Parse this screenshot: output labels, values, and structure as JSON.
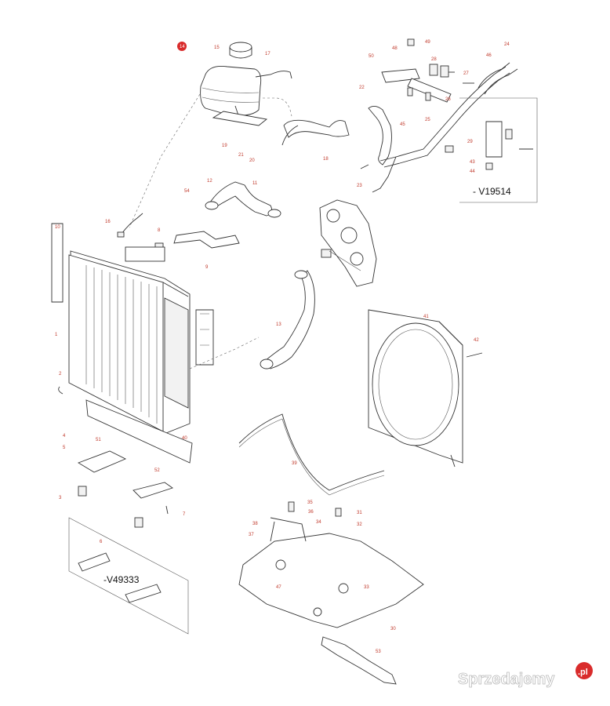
{
  "colors": {
    "accent": "#c0392b",
    "highlight": "#f3e27a",
    "badge": "#d92b2b",
    "line": "#333333"
  },
  "highlighted_part": "14",
  "callouts": [
    "14",
    "15",
    "17",
    "18",
    "19",
    "20",
    "21",
    "22",
    "23",
    "24",
    "25",
    "26",
    "27",
    "28",
    "29",
    "43",
    "44",
    "45",
    "46",
    "48",
    "49",
    "50",
    "11",
    "12",
    "54",
    "16",
    "8",
    "9",
    "10",
    "13",
    "41",
    "42",
    "1",
    "2",
    "40",
    "4",
    "5",
    "51",
    "3",
    "52",
    "7",
    "6",
    "39",
    "35",
    "36",
    "34",
    "31",
    "32",
    "38",
    "37",
    "33",
    "47",
    "30",
    "53"
  ],
  "variants": {
    "a": "- V19514",
    "b": "-V49333"
  },
  "watermark": {
    "text": "Sprzedajemy",
    "suffix": ".pl"
  }
}
